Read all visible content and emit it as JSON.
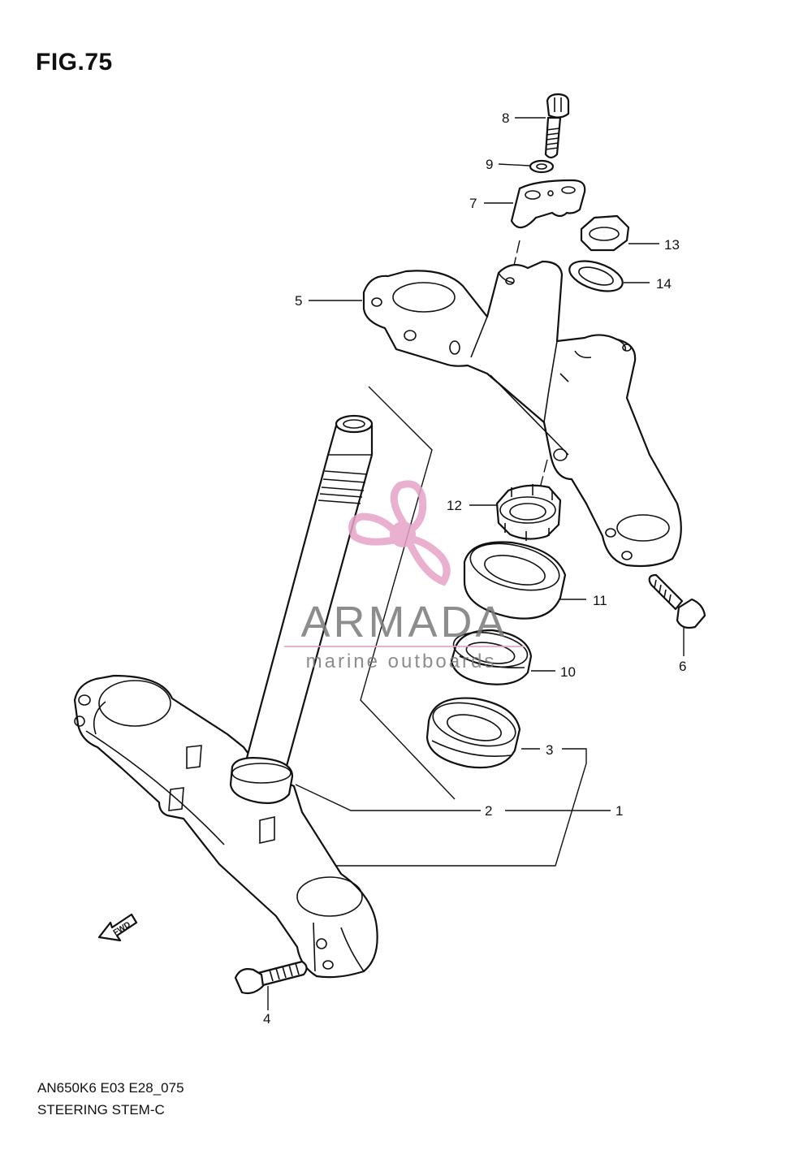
{
  "figure": {
    "title": "FIG.75",
    "code": "AN650K6 E03 E28_075",
    "name": "STEERING STEM-C"
  },
  "callouts": [
    "1",
    "2",
    "3",
    "4",
    "5",
    "6",
    "7",
    "8",
    "9",
    "10",
    "11",
    "12",
    "13",
    "14"
  ],
  "direction_badge": "FWD",
  "watermark": {
    "brand": "ARMADA",
    "tagline": "marine outboards",
    "icon": "propeller-logo-icon",
    "color": "#e7a3c8"
  },
  "colors": {
    "line": "#111111",
    "background": "#ffffff",
    "watermark_text": "#7a7a7a",
    "watermark_logo": "#e7a3c8"
  }
}
